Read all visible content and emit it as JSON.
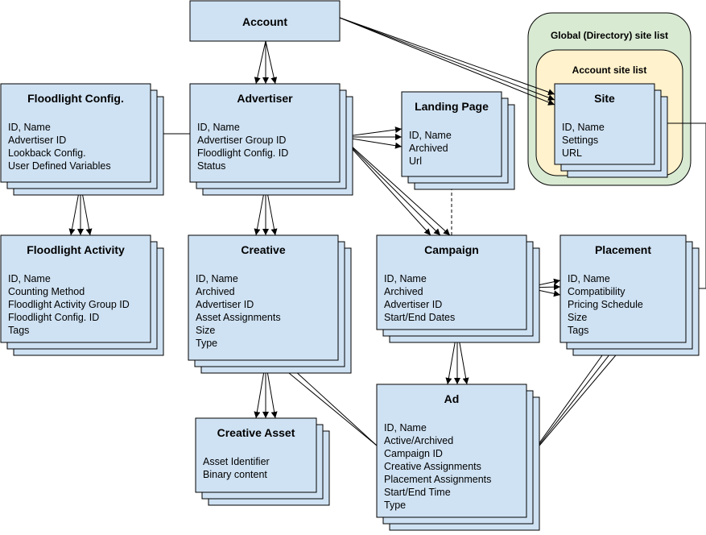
{
  "containers": {
    "global": {
      "title": "Global (Directory) site list"
    },
    "account": {
      "title": "Account site list"
    }
  },
  "entities": {
    "account": {
      "title": "Account",
      "fields": []
    },
    "advertiser": {
      "title": "Advertiser",
      "fields": [
        "ID, Name",
        "Advertiser Group ID",
        "Floodlight Config. ID",
        "Status"
      ]
    },
    "floodlight_config": {
      "title": "Floodlight Config.",
      "fields": [
        "ID, Name",
        "Advertiser ID",
        "Lookback Config.",
        "User Defined Variables"
      ]
    },
    "floodlight_activity": {
      "title": "Floodlight Activity",
      "fields": [
        "ID, Name",
        "Counting Method",
        "Floodlight Activity Group ID",
        "Floodlight Config. ID",
        "Tags"
      ]
    },
    "creative": {
      "title": "Creative",
      "fields": [
        "ID, Name",
        "Archived",
        "Advertiser ID",
        "Asset Assignments",
        "Size",
        "Type"
      ]
    },
    "creative_asset": {
      "title": "Creative Asset",
      "fields": [
        "Asset Identifier",
        "Binary content"
      ]
    },
    "landing_page": {
      "title": "Landing Page",
      "fields": [
        "ID, Name",
        "Archived",
        "Url"
      ]
    },
    "campaign": {
      "title": "Campaign",
      "fields": [
        "ID, Name",
        "Archived",
        "Advertiser ID",
        "Start/End Dates"
      ]
    },
    "placement": {
      "title": "Placement",
      "fields": [
        "ID, Name",
        "Compatibility",
        "Pricing Schedule",
        "Size",
        "Tags"
      ]
    },
    "site": {
      "title": "Site",
      "fields": [
        "ID, Name",
        "Settings",
        "URL"
      ]
    },
    "ad": {
      "title": "Ad",
      "fields": [
        "ID, Name",
        "Active/Archived",
        "Campaign ID",
        "Creative Assignments",
        "Placement Assignments",
        "Start/End Time",
        "Type"
      ]
    }
  },
  "colors": {
    "box_fill": "#cfe2f3",
    "box_stroke": "#000000",
    "global_fill": "#d9ead3",
    "account_fill": "#fff2cc",
    "container_stroke": "#000000",
    "line": "#000000"
  }
}
